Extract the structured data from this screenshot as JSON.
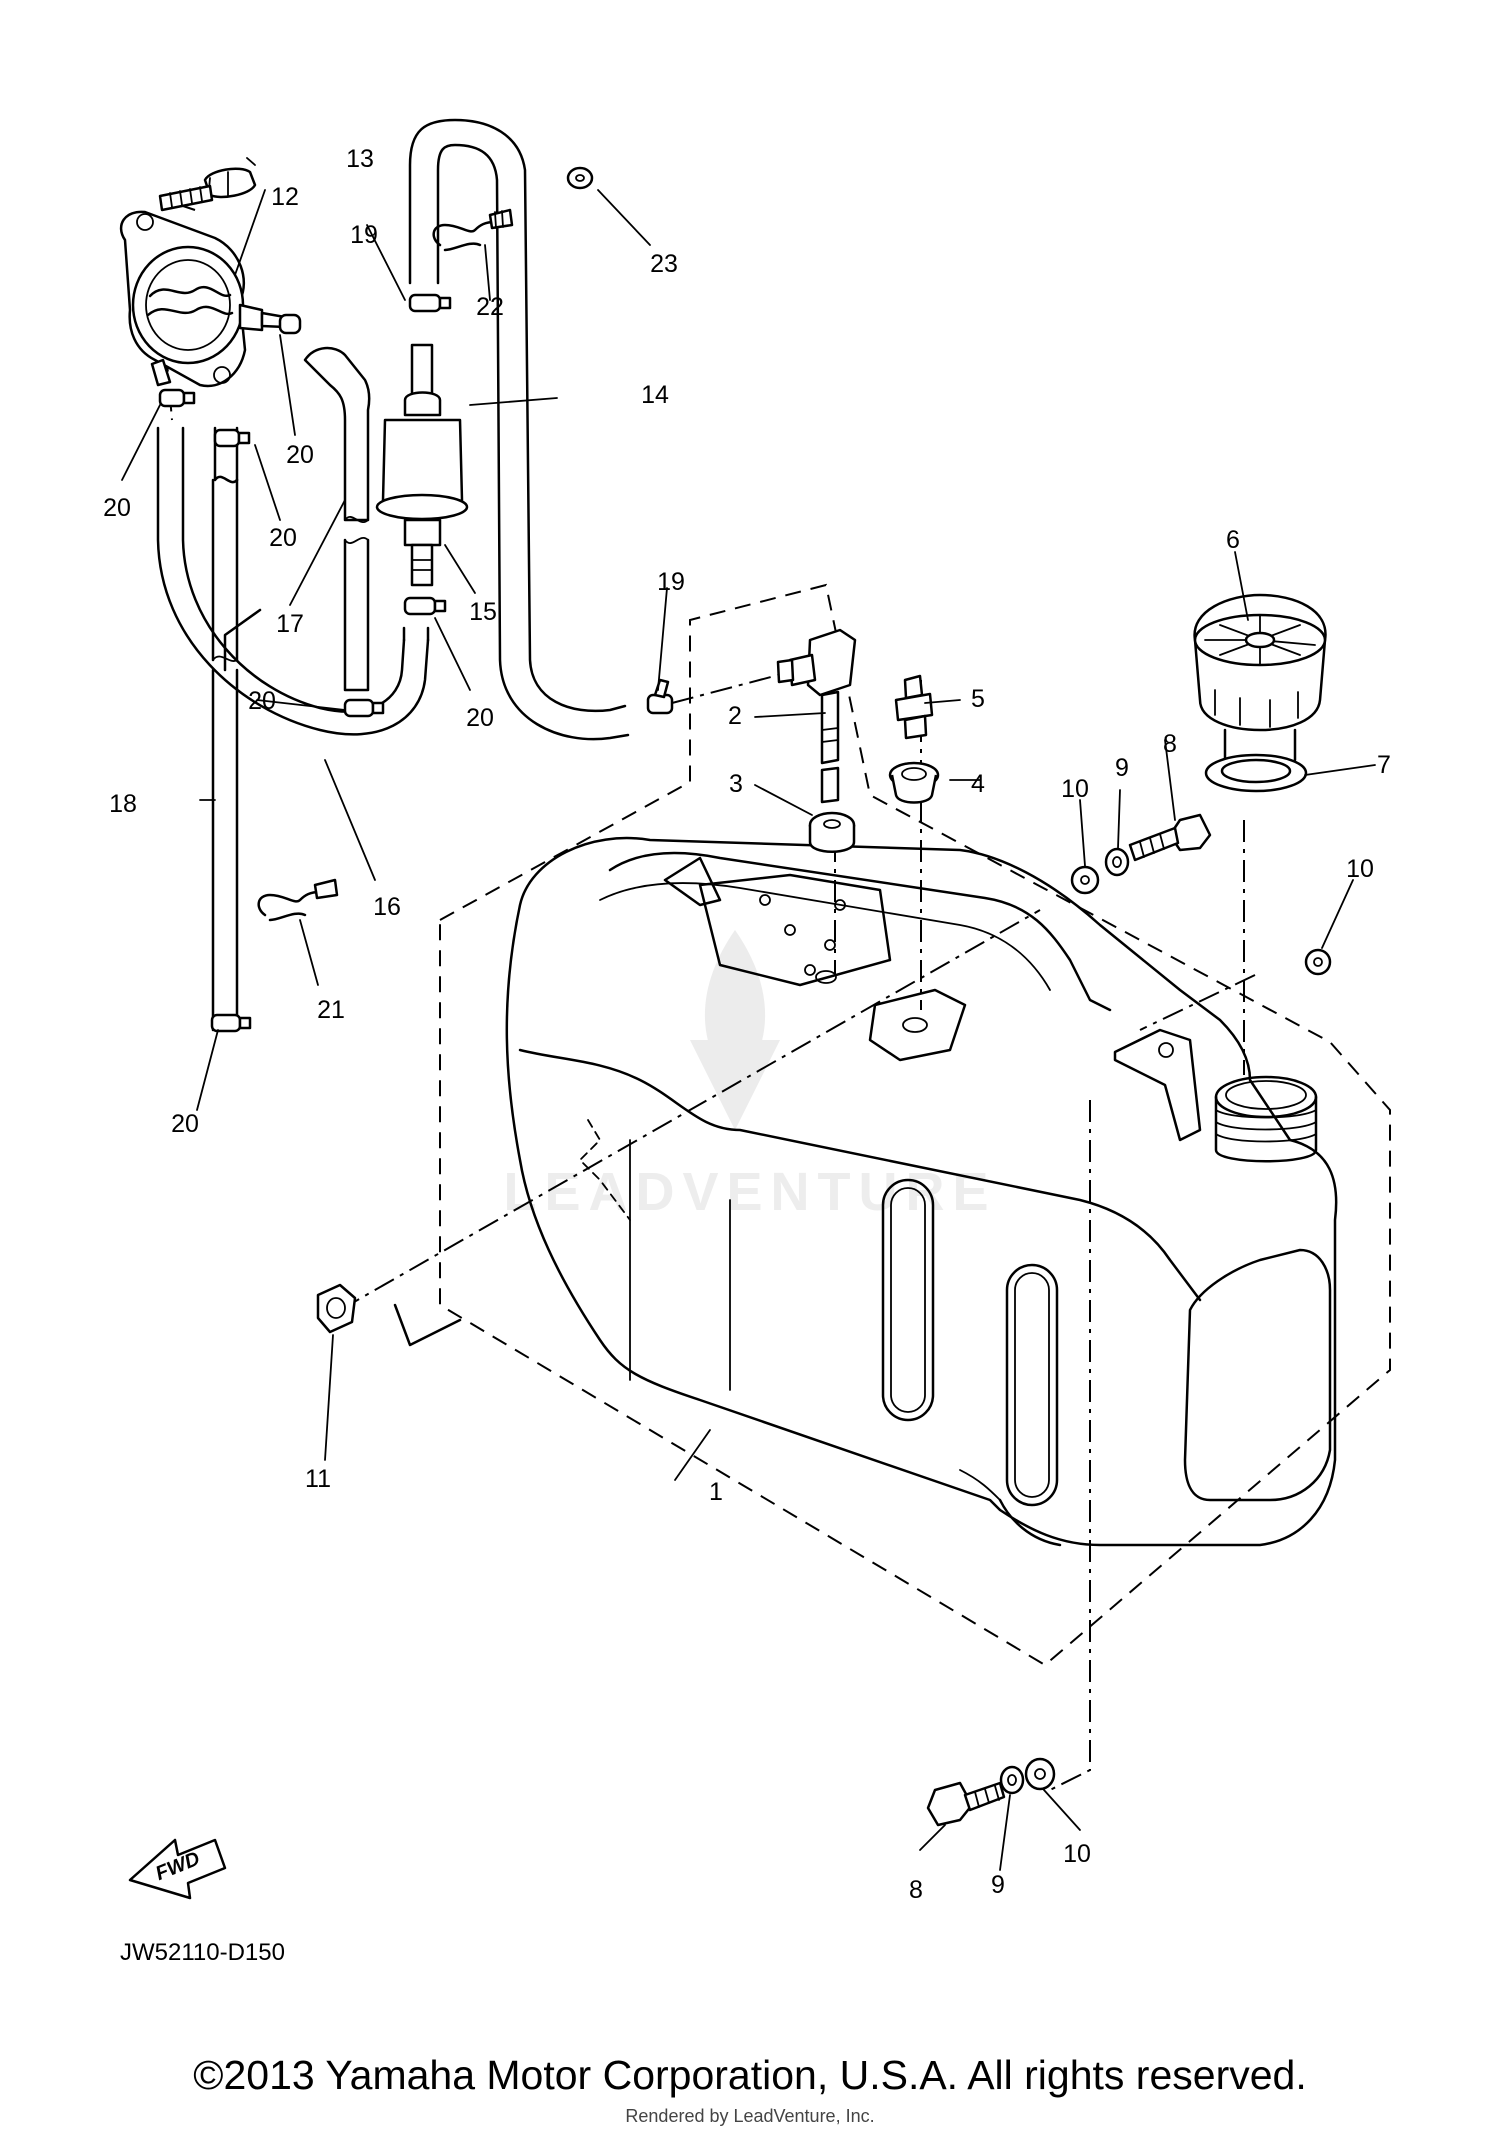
{
  "diagram": {
    "part_code": "JW52110-D150",
    "fwd_label": "FWD",
    "watermark": "LEADVENTURE",
    "callouts": [
      {
        "id": "c1",
        "label": "1"
      },
      {
        "id": "c2",
        "label": "2"
      },
      {
        "id": "c3",
        "label": "3"
      },
      {
        "id": "c4",
        "label": "4"
      },
      {
        "id": "c5",
        "label": "5"
      },
      {
        "id": "c6",
        "label": "6"
      },
      {
        "id": "c7",
        "label": "7"
      },
      {
        "id": "c8a",
        "label": "8"
      },
      {
        "id": "c8b",
        "label": "8"
      },
      {
        "id": "c9a",
        "label": "9"
      },
      {
        "id": "c9b",
        "label": "9"
      },
      {
        "id": "c10a",
        "label": "10"
      },
      {
        "id": "c10b",
        "label": "10"
      },
      {
        "id": "c10c",
        "label": "10"
      },
      {
        "id": "c11",
        "label": "11"
      },
      {
        "id": "c12",
        "label": "12"
      },
      {
        "id": "c13",
        "label": "13"
      },
      {
        "id": "c14",
        "label": "14"
      },
      {
        "id": "c15",
        "label": "15"
      },
      {
        "id": "c16",
        "label": "16"
      },
      {
        "id": "c17",
        "label": "17"
      },
      {
        "id": "c18",
        "label": "18"
      },
      {
        "id": "c19a",
        "label": "19"
      },
      {
        "id": "c19b",
        "label": "19"
      },
      {
        "id": "c20a",
        "label": "20"
      },
      {
        "id": "c20b",
        "label": "20"
      },
      {
        "id": "c20c",
        "label": "20"
      },
      {
        "id": "c20d",
        "label": "20"
      },
      {
        "id": "c20e",
        "label": "20"
      },
      {
        "id": "c20f",
        "label": "20"
      },
      {
        "id": "c21",
        "label": "21"
      },
      {
        "id": "c22",
        "label": "22"
      },
      {
        "id": "c23",
        "label": "23"
      }
    ]
  },
  "footer": {
    "copyright": "©2013 Yamaha Motor Corporation, U.S.A. All rights reserved.",
    "rendered_by": "Rendered by LeadVenture, Inc."
  }
}
